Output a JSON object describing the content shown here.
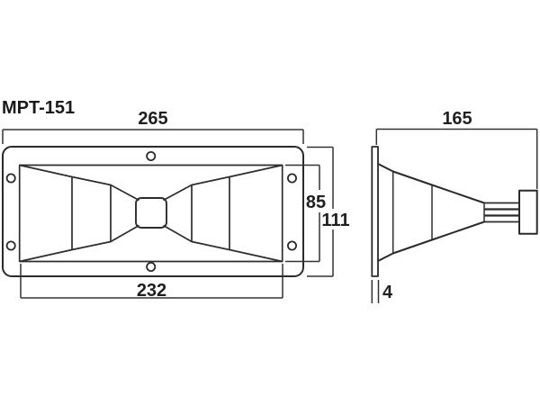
{
  "title": "MPT-151",
  "drawing": {
    "colors": {
      "line": "#2a2a2a",
      "text": "#1f1f1f",
      "background": "#ffffff"
    },
    "front_view": {
      "name": "front view of horn flange",
      "dim_overall_width": "265",
      "dim_horn_mouth_width": "232",
      "dim_horn_mouth_height": "85",
      "dim_overall_height": "111",
      "mounting_hole_count": 6
    },
    "side_view": {
      "name": "side view of horn body",
      "dim_overall_depth": "165",
      "dim_flange_thickness": "4"
    }
  }
}
